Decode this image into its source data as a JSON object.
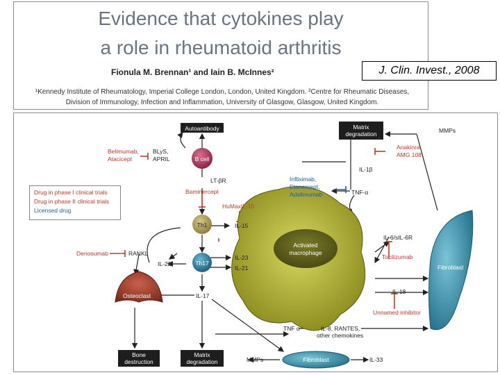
{
  "header": {
    "title_line1": "Evidence that cytokines play",
    "title_line2": "a role in rheumatoid arthritis",
    "authors": "Fionula M. Brennan¹ and Iain B. McInnes²",
    "affiliation_line1": "¹Kennedy Institute of Rheumatology, Imperial College London, London, United Kingdom. ²Centre for Rheumatic Diseases,",
    "affiliation_line2": "Division of Immunology, Infection and Inflammation, University of Glasgow, Glasgow, United Kingdom.",
    "journal": "J. Clin. Invest., 2008"
  },
  "legend": {
    "phase1": "Drug in phase I clinical trials",
    "phase2": "Drug in phase II clinical trials",
    "licensed": "Licensed drug"
  },
  "diagram": {
    "autoantibody": "Autoantibody",
    "matrix_degradation_top": "Matrix\ndegradation",
    "mmps_top": "MMPs",
    "belimumab": "Belimumab,",
    "atacicept": "Atacicept",
    "blys": "BLyS,",
    "april": "APRIL",
    "b_cell": "B cell",
    "lt_br": "LT-βR",
    "baminercept": "Baminercept",
    "anakinra": "Anakinra,",
    "amg108": "AMG 108",
    "il1b": "IL-1β",
    "infliximab": "Infliximab,",
    "etanercept": "Etanercept,",
    "adalimumab": "Adalimumab",
    "tnfa_top": "TNF-α",
    "humax": "HuMaxIL-15",
    "th1": "Th1",
    "il15": "IL-15",
    "il6": "IL-6/sIL-6R",
    "denosumab": "Denosumab",
    "rankl": "RANKL",
    "il23": "IL-23",
    "il22": "IL-22",
    "th17": "Th17",
    "il21": "IL-21",
    "tocilizumab": "Tocilizumab",
    "activated": "Activated",
    "macrophage": "macrophage",
    "fibroblast_right": "Fibroblast",
    "osteoclast": "Osteoclast",
    "il17": "IL-17",
    "il18": "IL-18",
    "unnamed": "Unnamed inhibitor",
    "tnfa_bottom": "TNF α",
    "il8": "IL-8, RANTES,",
    "chemokines": "other chemokines",
    "bone": "Bone\ndestruction",
    "matrix_degradation_bottom": "Matrix\ndegradation",
    "mmps_bottom": "MMPs",
    "fibroblast_bottom": "Fibroblast",
    "il33": "IL-33"
  },
  "colors": {
    "red_drug": "#c0392b",
    "blue_drug": "#1a5fa8",
    "macrophage": "#a8a82a",
    "fibroblast": "#3a8fa8",
    "osteoclast": "#9b3a2e",
    "b_cell": "#a8325a",
    "th1": "#a89a52",
    "th17": "#2a7a9a",
    "box_dark": "#1e1e1e"
  }
}
